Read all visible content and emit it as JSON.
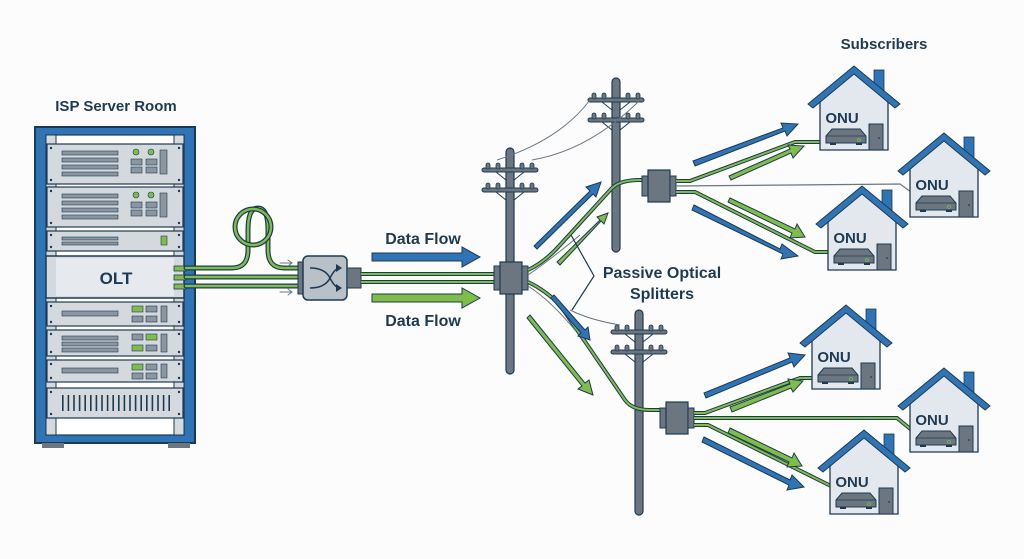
{
  "labels": {
    "server_room": "ISP Server Room",
    "olt": "OLT",
    "data_flow_top": "Data Flow",
    "data_flow_bottom": "Data Flow",
    "splitters_line1": "Passive Optical",
    "splitters_line2": "Splitters",
    "subscribers": "Subscribers"
  },
  "houses": [
    {
      "id": "house-1",
      "label": "ONU",
      "group": "upper"
    },
    {
      "id": "house-2",
      "label": "ONU",
      "group": "upper"
    },
    {
      "id": "house-3",
      "label": "ONU",
      "group": "upper"
    },
    {
      "id": "house-4",
      "label": "ONU",
      "group": "lower"
    },
    {
      "id": "house-5",
      "label": "ONU",
      "group": "lower"
    },
    {
      "id": "house-6",
      "label": "ONU",
      "group": "lower"
    }
  ],
  "colors": {
    "blue": "#2f74b5",
    "green": "#7ebd4a",
    "dark": "#1e3a52",
    "gray": "#6b7680",
    "light_gray": "#d4d9de",
    "house_fill": "#e3e8ee",
    "background": "#fcfcfc"
  },
  "icons": {
    "rack": "server-rack-icon",
    "switch": "optical-switch-icon",
    "pole": "utility-pole-icon",
    "splitter": "splitter-icon",
    "house": "house-icon",
    "onu_device": "onu-device-icon"
  }
}
